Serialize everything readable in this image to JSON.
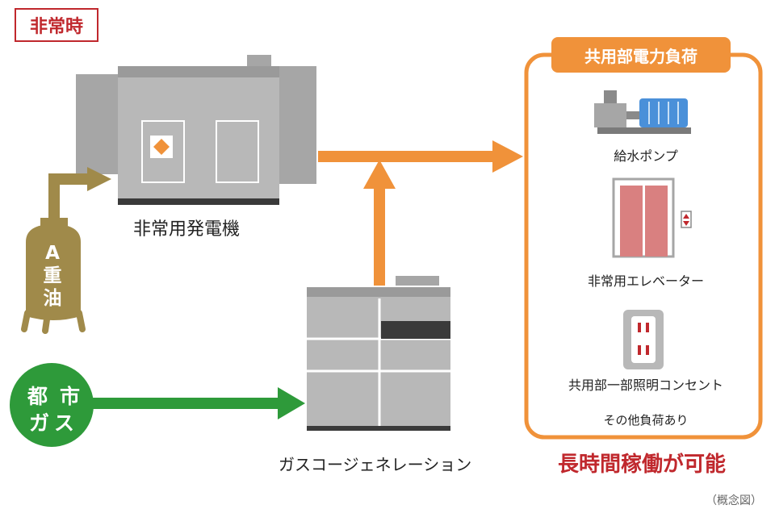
{
  "mode_label": "非常時",
  "generator": {
    "label": "非常用発電機"
  },
  "fuel_tank": {
    "line1": "A",
    "line2": "重",
    "line3": "油"
  },
  "city_gas": {
    "row1_left": "都",
    "row1_right": "市",
    "row2": "ガス"
  },
  "cogeneration": {
    "label": "ガスコージェネレーション"
  },
  "load_panel": {
    "title": "共用部電力負荷",
    "items": [
      {
        "label": "給水ポンプ",
        "icon": "water-pump-icon"
      },
      {
        "label": "非常用エレベーター",
        "icon": "elevator-icon"
      },
      {
        "label": "共用部一部照明コンセント",
        "icon": "outlet-icon"
      }
    ],
    "other": "その他負荷あり"
  },
  "highlight": "長時間稼働が可能",
  "note": "（概念図）",
  "colors": {
    "orange": "#f0923a",
    "red": "#c0282d",
    "green": "#2e9a3a",
    "olive": "#a08a4a",
    "gray": "#a6a6a6",
    "dark": "#3a3a3a"
  }
}
